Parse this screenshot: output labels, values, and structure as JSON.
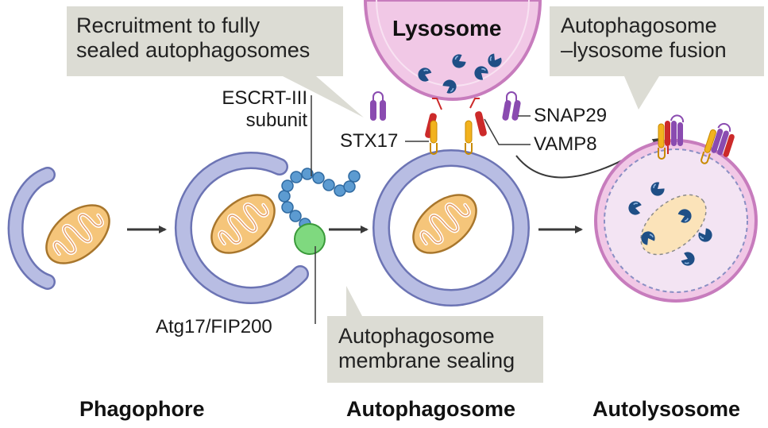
{
  "callouts": {
    "recruitment": [
      "Recruitment to fully",
      "sealed autophagosomes"
    ],
    "fusion": [
      "Autophagosome",
      "–lysosome fusion"
    ],
    "sealing": [
      "Autophagosome",
      "membrane sealing"
    ]
  },
  "labels": {
    "lysosome": "Lysosome",
    "escrt": [
      "ESCRT-III",
      "subunit"
    ],
    "stx17": "STX17",
    "snap29": "SNAP29",
    "vamp8": "VAMP8",
    "atg17": "Atg17/FIP200"
  },
  "stages": {
    "phagophore": "Phagophore",
    "autophagosome": "Autophagosome",
    "autolysosome": "Autolysosome"
  },
  "colors": {
    "callout_bg": "#dcdcd4",
    "membrane_fill": "#b8bde3",
    "membrane_stroke": "#6c74b4",
    "lysosome_fill": "#f1c8e6",
    "lysosome_stroke": "#c77cbd",
    "mito_fill": "#f5c57a",
    "mito_stroke": "#a8762c",
    "escrt": "#5c9bd1",
    "atg17": "#7fd97f",
    "stx17": "#f2b21e",
    "snap29": "#8a4bb0",
    "vamp8": "#cc2a2a",
    "hydrolase": "#1f4f86"
  }
}
